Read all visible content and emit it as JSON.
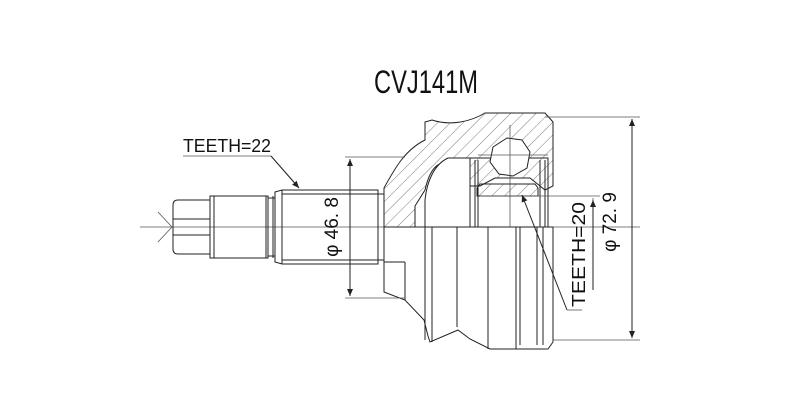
{
  "drawing": {
    "title": "CVJ141M",
    "labels": {
      "outer_teeth": "TEETH=22",
      "inner_teeth": "TEETH=20",
      "shaft_diameter": "φ 46. 8",
      "housing_diameter": "φ 72. 9"
    },
    "colors": {
      "line": "#222222",
      "background": "#ffffff"
    }
  }
}
